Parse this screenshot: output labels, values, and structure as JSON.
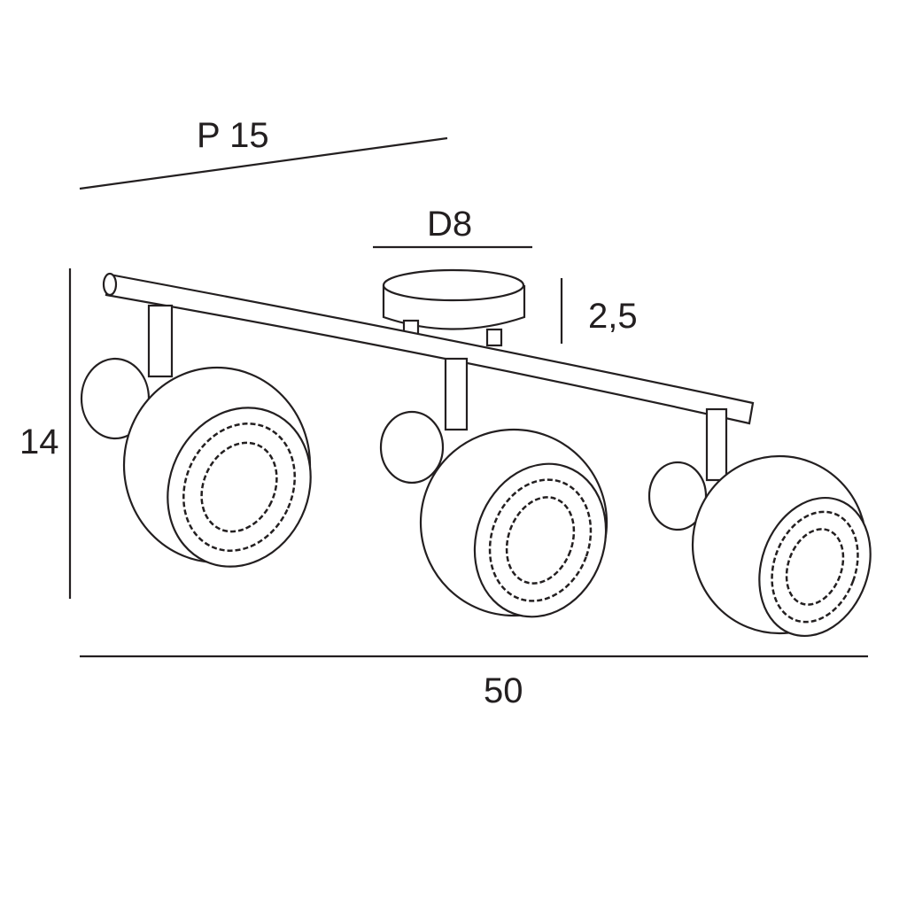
{
  "dimensions": {
    "depth": "P 15",
    "canopy_diameter": "D8",
    "canopy_height": "2,5",
    "height": "14",
    "width": "50"
  },
  "colors": {
    "line": "#231f20",
    "background": "#ffffff"
  }
}
